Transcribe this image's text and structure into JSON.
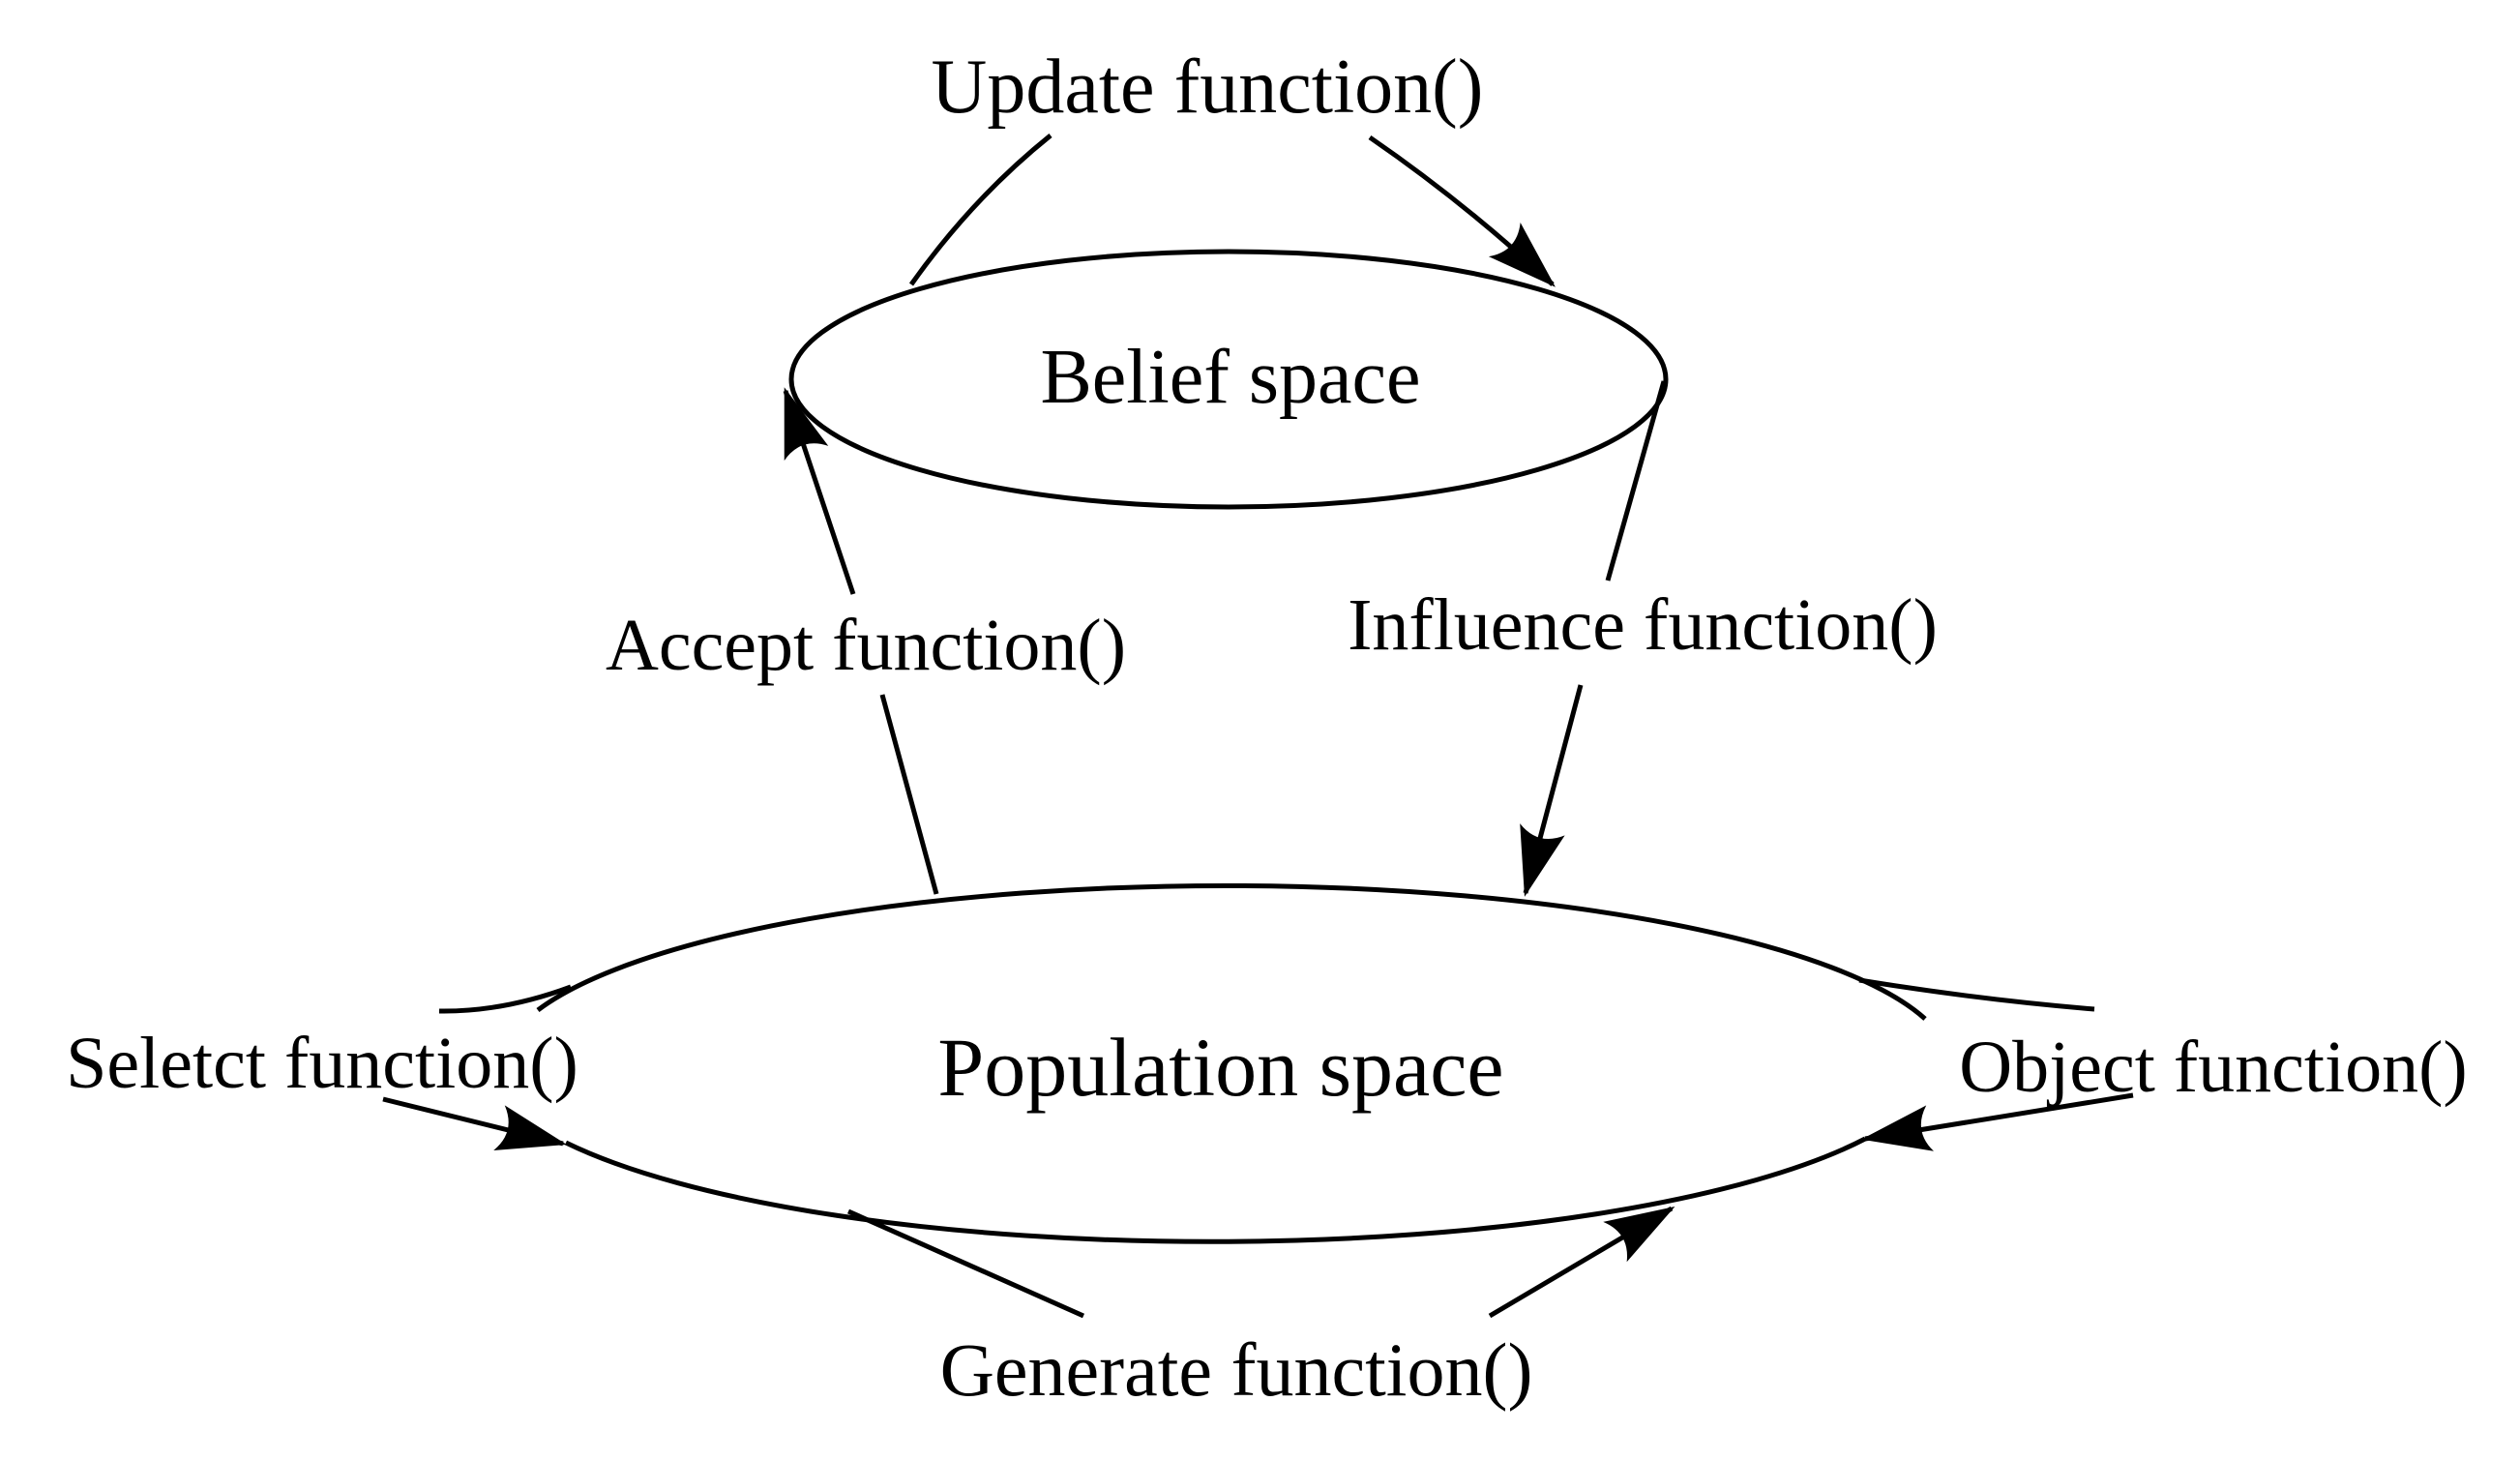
{
  "diagram": {
    "background_color": "#ffffff",
    "line_color": "#000000",
    "nodes": {
      "belief_space": {
        "label": "Belief space"
      },
      "population_space": {
        "label": "Population space"
      }
    },
    "arrows": {
      "update": {
        "label": "Update function()",
        "from": "Belief space",
        "to": "Belief space"
      },
      "accept": {
        "label": "Accept function()",
        "from": "Population space",
        "to": "Belief space"
      },
      "influence": {
        "label": "Influence function()",
        "from": "Belief space",
        "to": "Population space"
      },
      "select": {
        "label": "Seletct function()",
        "from": "Population space",
        "to": "Population space"
      },
      "object": {
        "label": "Object function()",
        "from": "Population space",
        "to": "Population space"
      },
      "generate": {
        "label": "Generate function()",
        "from": "Population space",
        "to": "Population space"
      }
    }
  }
}
